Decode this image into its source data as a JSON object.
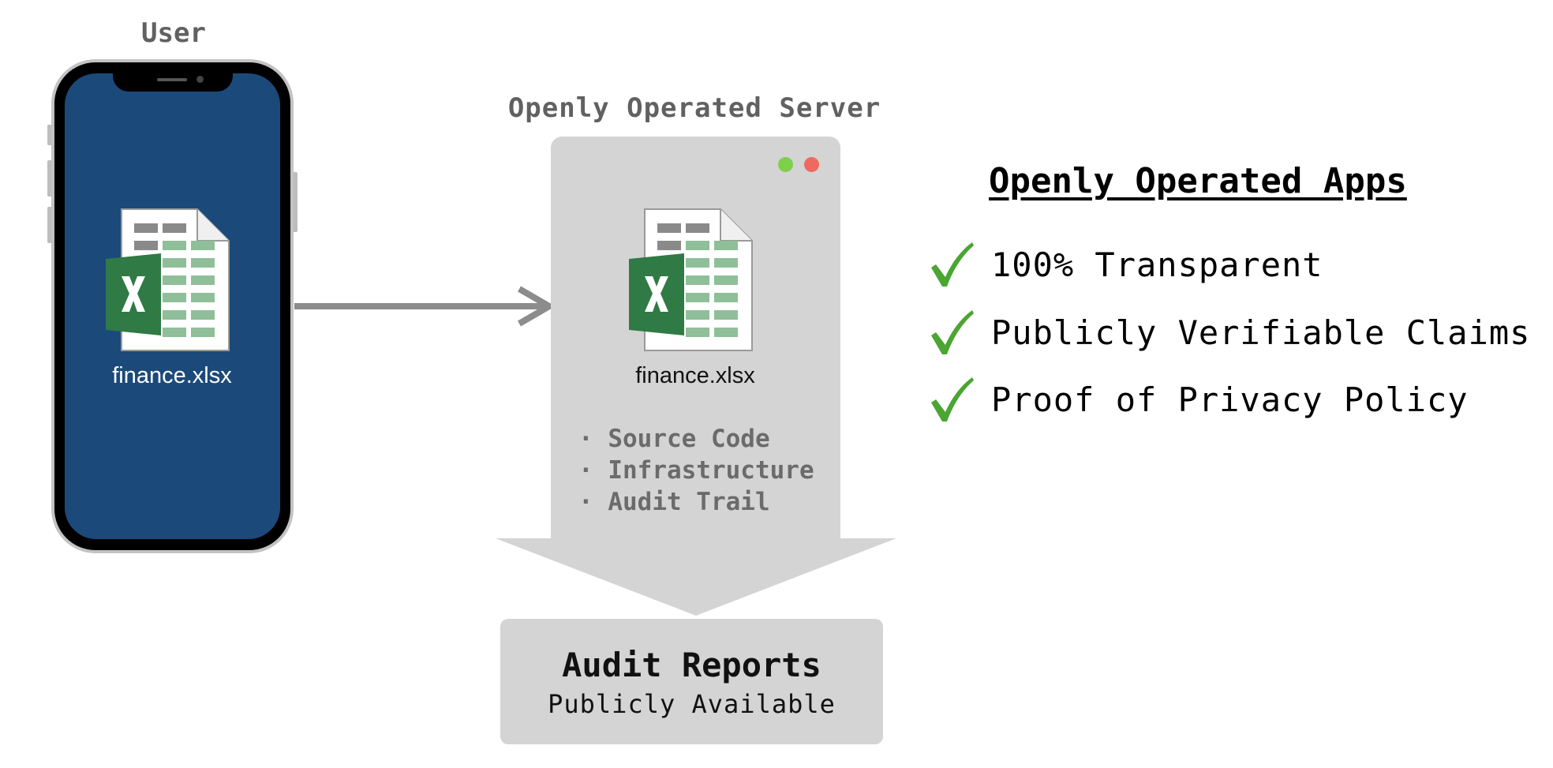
{
  "user": {
    "label": "User",
    "file_name": "finance.xlsx"
  },
  "server": {
    "title": "Openly Operated Server",
    "file_name": "finance.xlsx",
    "window_dots": [
      "#7ed04b",
      "#ef6a5e"
    ],
    "bullets": [
      "Source Code",
      "Infrastructure",
      "Audit Trail"
    ]
  },
  "audit": {
    "title": "Audit Reports",
    "subtitle": "Publicly Available"
  },
  "apps": {
    "title": "Openly Operated Apps",
    "features": [
      "100% Transparent",
      "Publicly Verifiable Claims",
      "Proof of Privacy Policy"
    ]
  },
  "colors": {
    "phone_screen": "#1b4a7a",
    "panel_gray": "#d4d4d4",
    "arrow_gray": "#8c8c8c",
    "excel_green": "#2f7a45",
    "check_green": "#4aa532"
  },
  "icons": {
    "file": "excel-spreadsheet-icon",
    "check": "checkmark-icon"
  }
}
